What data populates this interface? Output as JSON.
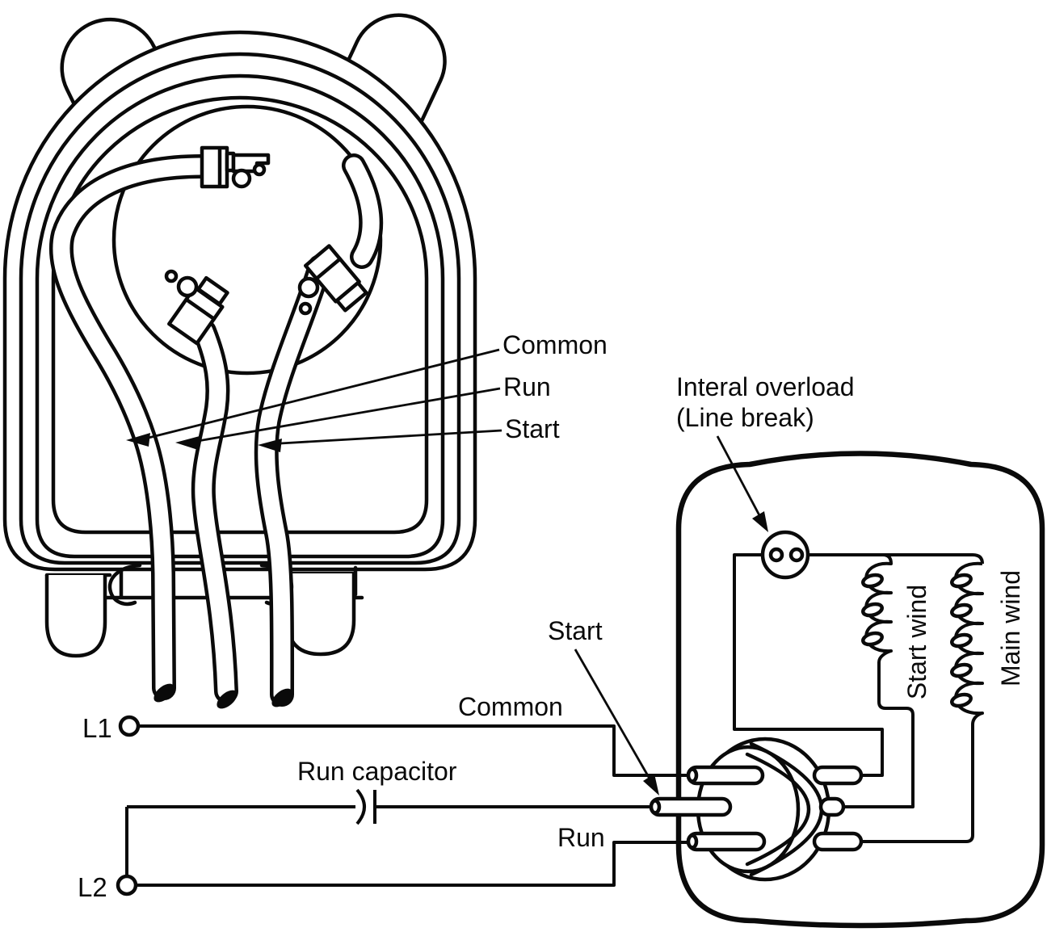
{
  "colors": {
    "ink": "#0a0a0a",
    "paper": "#ffffff"
  },
  "pictorial": {
    "labels": {
      "common": "Common",
      "run": "Run",
      "start": "Start"
    }
  },
  "schematic": {
    "overload": {
      "line1": "Interal overload",
      "line2": "(Line break)"
    },
    "terminals": {
      "start": "Start",
      "common": "Common",
      "run": "Run"
    },
    "capacitor_label": "Run capacitor",
    "windings": {
      "start": "Start wind",
      "main": "Main wind"
    },
    "lines": {
      "l1": "L1",
      "l2": "L2"
    }
  }
}
